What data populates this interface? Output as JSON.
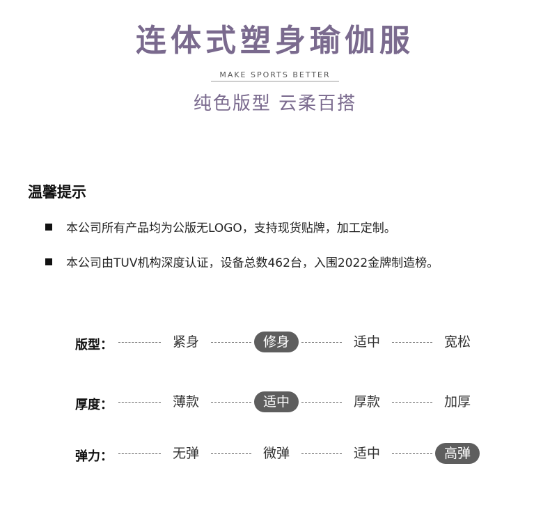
{
  "header": {
    "title": "连体式塑身瑜伽服",
    "slogan": "MAKE SPORTS BETTER",
    "subtitle": "纯色版型 云柔百搭"
  },
  "notice": {
    "title": "温馨提示",
    "items": [
      "本公司所有产品均为公版无LOGO，支持现货贴牌，加工定制。",
      "本公司由TUV机构深度认证，设备总数462台，入围2022金牌制造榜。"
    ]
  },
  "specs": [
    {
      "label": "版型：",
      "options": [
        "紧身",
        "修身",
        "适中",
        "宽松"
      ],
      "selected": 1
    },
    {
      "label": "厚度：",
      "options": [
        "薄款",
        "适中",
        "厚款",
        "加厚"
      ],
      "selected": 1
    },
    {
      "label": "弹力：",
      "options": [
        "无弹",
        "微弹",
        "适中",
        "高弹"
      ],
      "selected": 3
    }
  ],
  "colors": {
    "accent": "#7a6a8e",
    "selected_pill": "#5e5e5e"
  }
}
